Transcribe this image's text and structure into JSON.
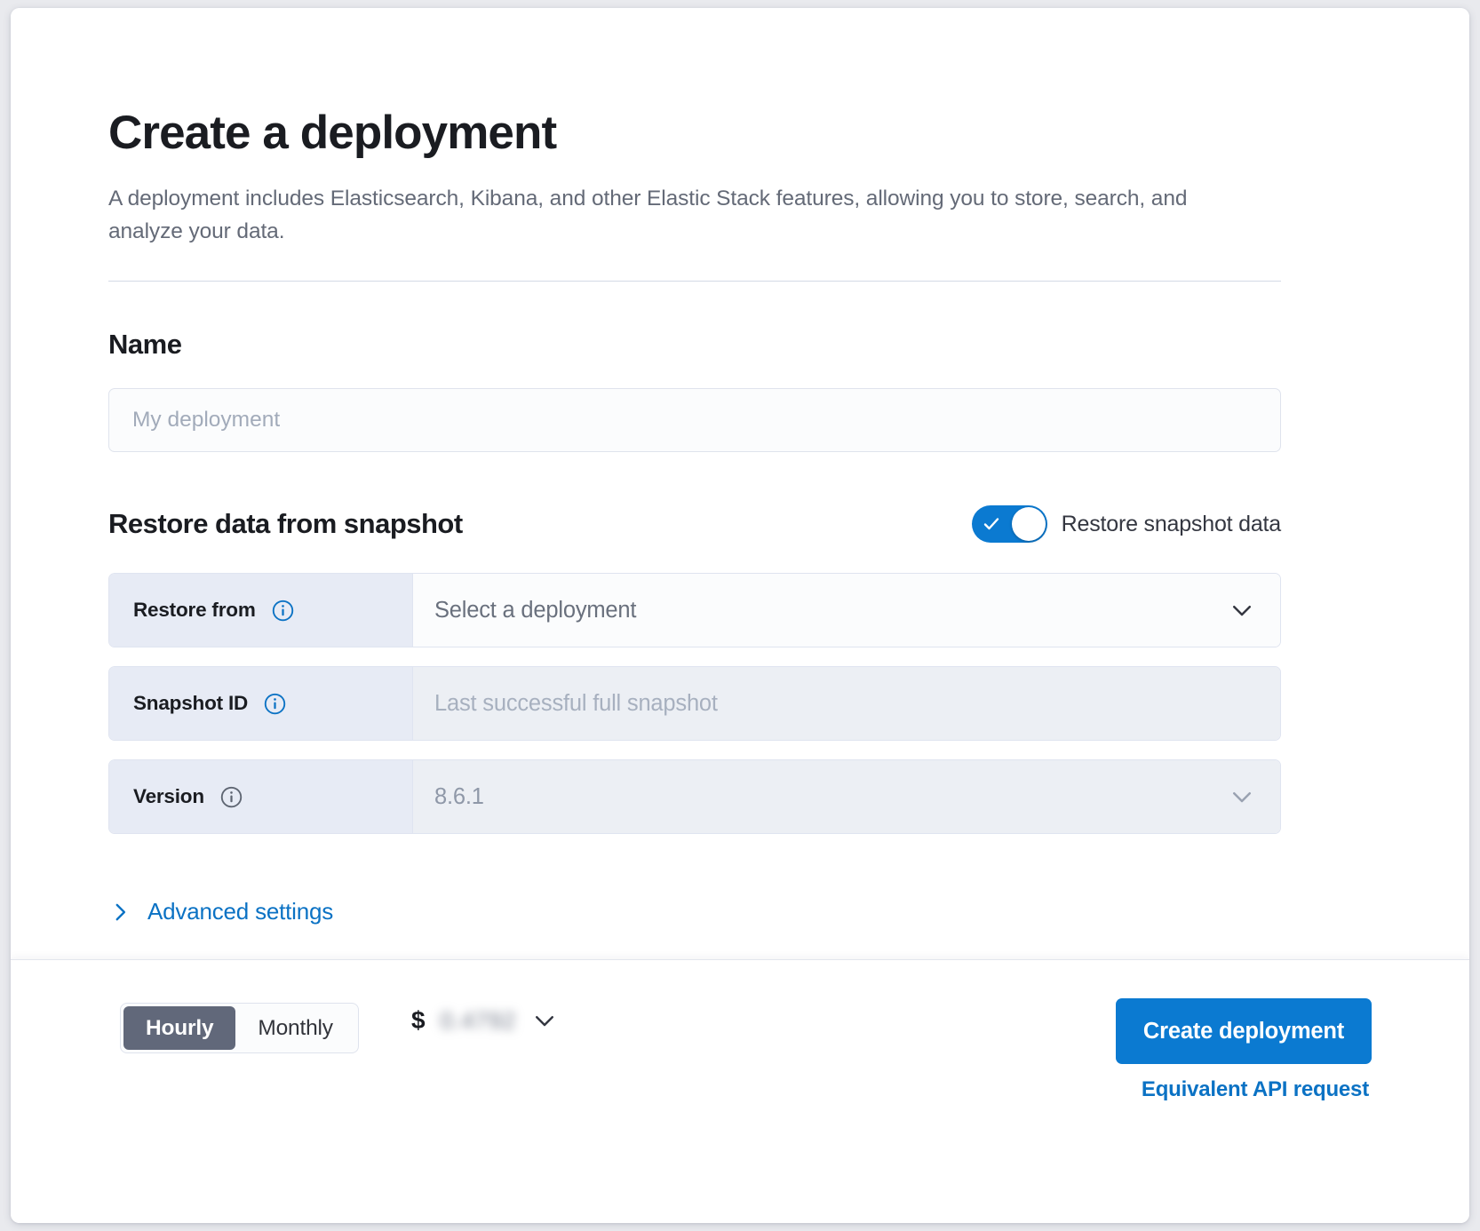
{
  "header": {
    "title": "Create a deployment",
    "description": "A deployment includes Elasticsearch, Kibana, and other Elastic Stack features, allowing you to store, search, and analyze your data."
  },
  "name_section": {
    "title": "Name",
    "input_placeholder": "My deployment",
    "input_value": ""
  },
  "restore_section": {
    "title": "Restore data from snapshot",
    "toggle": {
      "label": "Restore snapshot data",
      "enabled": true,
      "on_color": "#0b7ad1"
    },
    "rows": [
      {
        "label": "Restore from",
        "value": "Select a deployment",
        "state": "active",
        "control": "dropdown",
        "info_icon": "info-icon",
        "info_color": "#0b72c4"
      },
      {
        "label": "Snapshot ID",
        "value": "Last successful full snapshot",
        "state": "disabled",
        "control": "text",
        "info_icon": "info-icon",
        "info_color": "#0b72c4"
      },
      {
        "label": "Version",
        "value": "8.6.1",
        "state": "disabled",
        "control": "dropdown",
        "info_icon": "info-icon",
        "info_color": "#6a707e"
      }
    ],
    "advanced_settings": {
      "label": "Advanced settings",
      "icon": "chevron-right-icon",
      "expanded": false
    }
  },
  "footer": {
    "billing_toggle": {
      "options": [
        "Hourly",
        "Monthly"
      ],
      "selected": "Hourly"
    },
    "price": {
      "currency_symbol": "$",
      "amount_redacted": "0.4792",
      "expander_icon": "chevron-down-icon"
    },
    "create_button_label": "Create deployment",
    "api_link_label": "Equivalent API request"
  },
  "colors": {
    "accent_blue": "#0b7ad1",
    "link_blue": "#0b72c4",
    "segment_selected": "#61687a",
    "label_cell_bg": "#e7ebf5",
    "disabled_field_bg": "#eceff4"
  }
}
